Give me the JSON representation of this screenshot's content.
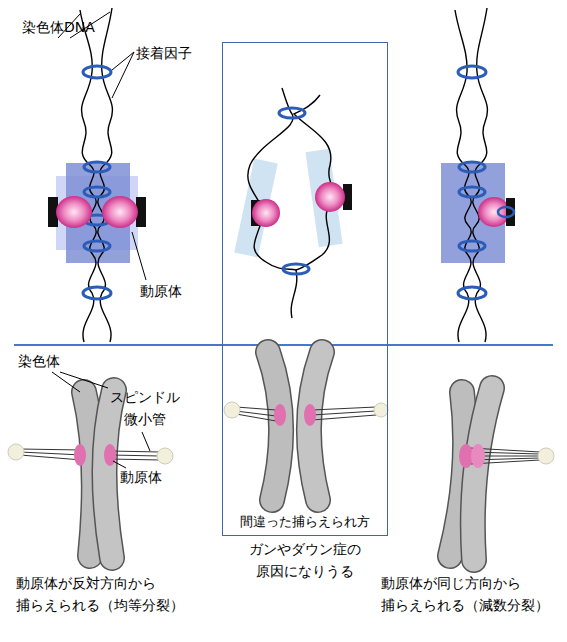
{
  "diagram": {
    "nodes": [
      {
        "text": [
          "間違った捕らえられ方"
        ]
      }
    ],
    "labels": [
      "染色体DNA",
      "接着因子",
      "動原体",
      "染色体",
      "スピンドル 微小管",
      "動原体",
      "ガンやダウン症の 原因になりうる",
      "動原体が反対方向から 捕らえられる（均等分裂）",
      "動原体が同じ方向から 捕らえられる（減数分裂）"
    ]
  }
}
